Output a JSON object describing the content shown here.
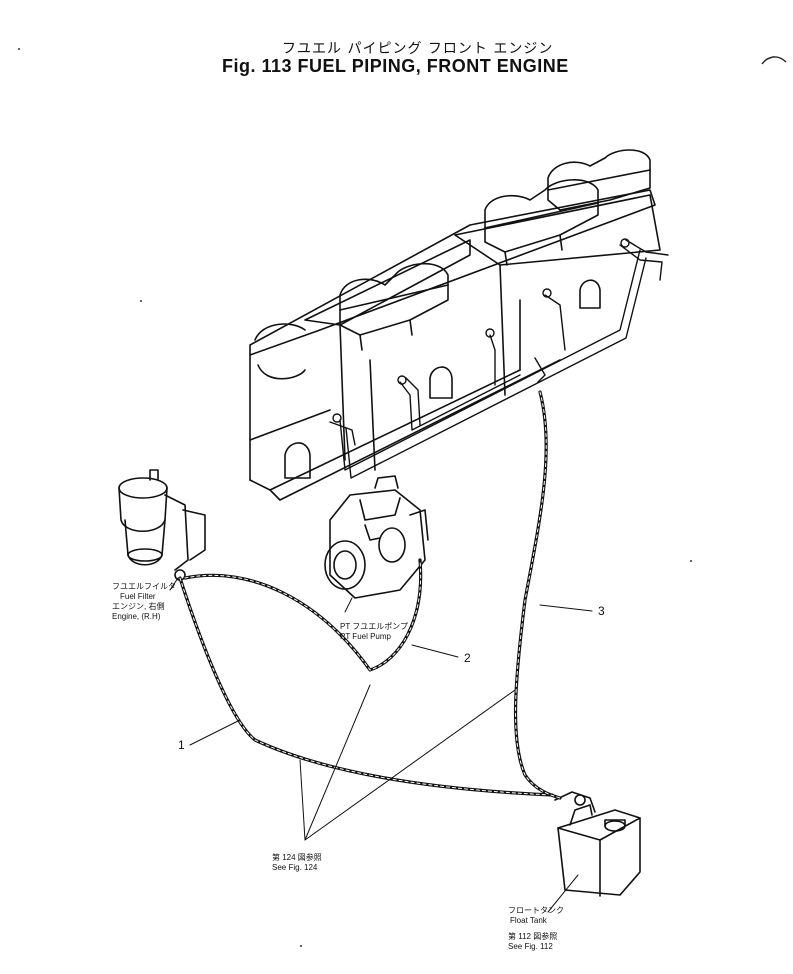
{
  "title": {
    "japanese": "フユエル パイピング フロント エンジン",
    "english": "Fig. 113 FUEL PIPING, FRONT ENGINE"
  },
  "labels": {
    "fuel_filter": {
      "jp1": "フユエルフイルタ",
      "en1": "Fuel Filter",
      "jp2": "エンジン, 右側",
      "en2": "Engine, (R.H)"
    },
    "fuel_pump": {
      "jp": "PT フユエルポンプ",
      "en": "PT Fuel Pump"
    },
    "see_fig_124": {
      "jp": "第 124 図参照",
      "en": "See Fig. 124"
    },
    "float_tank": {
      "jp": "フロートタンク",
      "en": "Float Tank",
      "ref_jp": "第 112 図参照",
      "ref_en": "See Fig. 112"
    }
  },
  "callouts": [
    "1",
    "2",
    "3"
  ]
}
